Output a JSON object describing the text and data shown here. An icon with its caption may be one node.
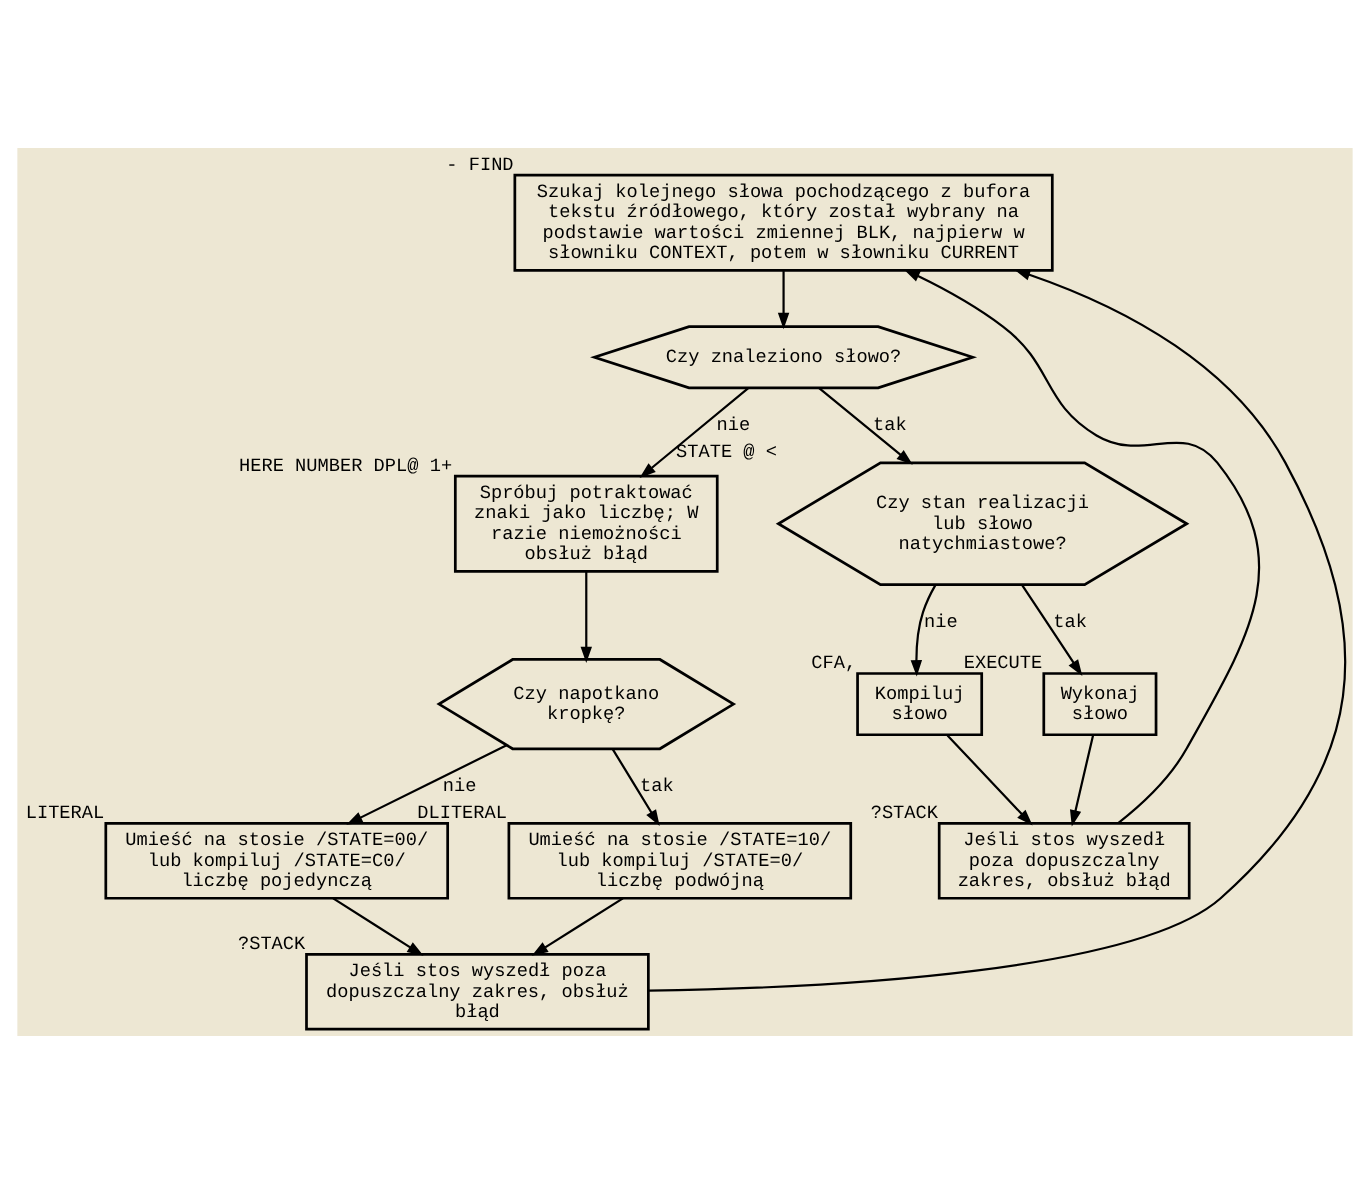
{
  "diagram": {
    "nodes": [
      {
        "text": [
          "Szukaj kolejnego słowa pochodzącego z bufora tekstu źródłowego, który został wybrany na podstawie wartości zmiennej BLK, najpierw w słowniku CONTEXT, potem w słowniku CURRENT"
        ],
        "beside": [
          "- FIND"
        ]
      },
      {
        "text": [
          "Czy znaleziono słowo?"
        ]
      },
      {
        "text": [
          "Spróbuj potraktować znaki jako liczbę; W razie niemożności obsłuż błąd"
        ],
        "beside": [
          "HERE NUMBER DPL@ 1+"
        ]
      },
      {
        "text": [
          "Czy stan realizacji lub słowo natychmiastowe?"
        ],
        "beside": [
          "STATE @ <"
        ]
      },
      {
        "text": [
          "Kompiluj słowo"
        ],
        "beside": [
          "CFA,"
        ]
      },
      {
        "text": [
          "Wykonaj słowo"
        ],
        "beside": [
          "EXECUTE"
        ]
      },
      {
        "text": [
          "Jeśli stos wyszedł poza dopuszczalny zakres, obsłuż błąd"
        ],
        "beside": [
          "?STACK"
        ]
      },
      {
        "text": [
          "Czy napotkano kropkę?"
        ]
      },
      {
        "text": [
          "Umieść na stosie /STATE=00/ lub kompiluj /STATE=C0/ liczbę pojedynczą"
        ],
        "beside": [
          "LITERAL"
        ]
      },
      {
        "text": [
          "Umieść na stosie /STATE=10/ lub kompiluj /STATE=0/ liczbę podwójną"
        ],
        "beside": [
          "DLITERAL"
        ]
      },
      {
        "text": [
          "Jeśli stos wyszedł poza dopuszczalny zakres, obsłuż błąd"
        ],
        "beside": [
          "?STACK"
        ]
      }
    ],
    "edges": [
      {
        "from": 0,
        "to": 1,
        "arrow": "to"
      },
      {
        "from": 1,
        "to": 2,
        "arrow": "to",
        "label": "nie"
      },
      {
        "from": 1,
        "to": 3,
        "arrow": "to",
        "label": "tak"
      },
      {
        "from": 3,
        "to": 4,
        "arrow": "to",
        "label": "nie"
      },
      {
        "from": 3,
        "to": 5,
        "arrow": "to",
        "label": "tak"
      },
      {
        "from": 4,
        "to": 6,
        "arrow": "to"
      },
      {
        "from": 5,
        "to": 6,
        "arrow": "to"
      },
      {
        "from": 2,
        "to": 7,
        "arrow": "to"
      },
      {
        "from": 7,
        "to": 8,
        "arrow": "to",
        "label": "nie"
      },
      {
        "from": 7,
        "to": 9,
        "arrow": "to",
        "label": "tak"
      },
      {
        "from": 8,
        "to": 10,
        "arrow": "to"
      },
      {
        "from": 9,
        "to": 10,
        "arrow": "to"
      },
      {
        "from": 6,
        "to": 0,
        "arrow": "to"
      },
      {
        "from": 10,
        "to": 0,
        "arrow": "to"
      }
    ]
  }
}
